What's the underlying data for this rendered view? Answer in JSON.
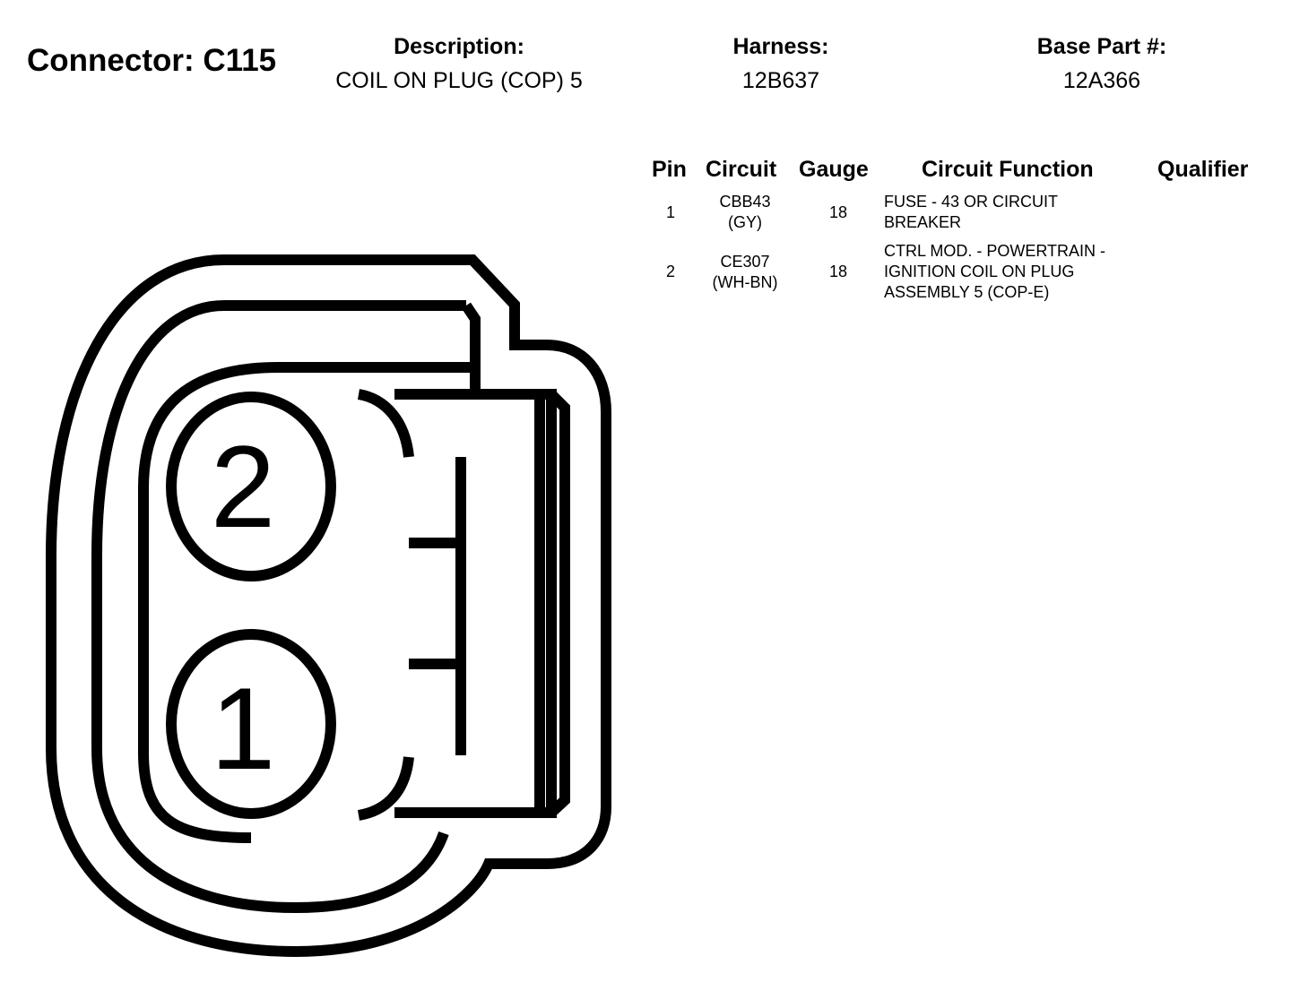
{
  "header": {
    "connector_label": "Connector: C115",
    "description_label": "Description:",
    "description_value": "COIL ON PLUG (COP) 5",
    "harness_label": "Harness:",
    "harness_value": "12B637",
    "base_part_label": "Base Part #:",
    "base_part_value": "12A366"
  },
  "table": {
    "columns": [
      "Pin",
      "Circuit",
      "Gauge",
      "Circuit Function",
      "Qualifier"
    ],
    "rows": [
      {
        "pin": "1",
        "circuit": "CBB43",
        "color": "(GY)",
        "gauge": "18",
        "function": [
          "FUSE - 43 OR CIRCUIT",
          "BREAKER"
        ],
        "qualifier": ""
      },
      {
        "pin": "2",
        "circuit": "CE307",
        "color": "(WH-BN)",
        "gauge": "18",
        "function": [
          "CTRL MOD. - POWERTRAIN -",
          "IGNITION COIL ON PLUG",
          "ASSEMBLY 5 (COP-E)"
        ],
        "qualifier": ""
      }
    ]
  },
  "diagram": {
    "pin_top": "2",
    "pin_bottom": "1"
  }
}
